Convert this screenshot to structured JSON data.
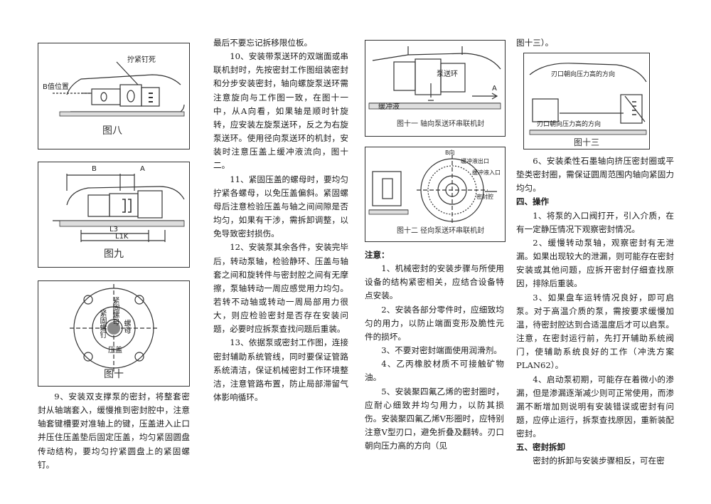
{
  "figures": {
    "fig8": {
      "caption": "图八",
      "label_b": "B值位置",
      "label_screw": "拧紧钉死"
    },
    "fig9": {
      "caption": "图九",
      "label_b": "B",
      "label_a": "A",
      "label_l3": "L3",
      "label_l1k": "L1K"
    },
    "fig10": {
      "caption": "图十",
      "label_top": "紧固螺母",
      "label_left": "紧固螺钉",
      "label_bottom": "压盖",
      "label_right": "螺母"
    },
    "fig11": {
      "caption": "图十一 轴向泵送环串联机封",
      "label_pump": "泵送环",
      "label_buffer": "缓冲液",
      "label_a": "A"
    },
    "fig12": {
      "caption": "图十二 径向泵送环串联机封",
      "label_top": "B向",
      "label_l1": "缓冲液出口",
      "label_l2": "缓冲液入口",
      "label_r": "密封腔"
    },
    "fig13": {
      "caption": "图十三",
      "label_top": "刃口朝向压力高的方向",
      "label_bottom": "刃口朝向压力高的方向"
    }
  },
  "col1": {
    "p9": "9、安装双支撑泵的密封，将整套密封从轴端套入，缓慢推到密封腔中，注意轴套键槽要对准轴上的键，压盖进入止口并压住压盖垫后固定压盖，均匀紧固圆盘传动结构，要均匀拧紧圆盘上的紧固螺钉。"
  },
  "col2": {
    "p0": "最后不要忘记拆移限位板。",
    "p10": "10、安装带泵送环的双端面或串联机封时，先按密封工作图组装密封和分步安装密封，轴向螺旋泵送环需注意旋向与工作图一致，在图十一中，从A向看，如果轴是顺时针旋转，应安装左旋泵送环，反之为右旋泵送环。使用径向泵送环的机封，安装时注意压盖上缓冲液流向，图十二。",
    "p11": "11、紧固压盖的螺母时，要均匀拧紧各螺母，以免压盖偏斜。紧固螺母后注意检验压盖与轴之间间隙是否均匀，如果有干涉，需拆卸调整，以免导致密封损伤。",
    "p12": "12、安装泵其余各件，安装完毕后，转动泵轴，检验静环、压盖与轴套之间和旋转件与密封腔之间有无摩擦，泵轴转动一周应感觉用力均匀。若转不动轴或转动一周局部用力很大，则应检验密封是否存在安装问题，必要时应拆泵查找问题后重装。",
    "p13": "13、依据泵或密封工作图，连接密封辅助系统管线，同时要保证管路系统清洁，保证机械密封工作环境整洁，注意管路布置，防止局部滞留气体影响循环。"
  },
  "col3": {
    "note": "注意：",
    "n1": "1、机械密封的安装步骤与所使用设备的结构紧密相关，应结合设备特点安装。",
    "n2": "2、安装各部分零件时，应细致均匀的用力，以防止端面变形及脆性元件的损坏。",
    "n3": "3、不要对密封端面使用润滑剂。",
    "n4": "4、乙丙橡胶材质不可接触矿物油。",
    "n5": "5、安装聚四氟乙烯的密封圈时，应耐心细致并均匀用力，以防其损伤。安装聚四氟乙烯V形圈时，应特别注意V型刃口，避免折叠及翻转。刃口朝向压力高的方向（见"
  },
  "col4": {
    "cont": "图十三）。",
    "n6": "6、安装柔性石墨轴向挤压密封圈或平垫类密封圈，需保证圆周范围内轴向紧固力均匀。",
    "sec4": "四、操作",
    "o1": "1、将泵的入口阀打开，引入介质，在有一定静压情况下观察密封情况。",
    "o2": "2、缓慢转动泵轴，观察密封有无泄漏。如果出现较大的泄漏，则可能存在密封安装或其他问题，应拆开密封仔细查找原因，排除后重装。",
    "o3": "3、如果盘车运转情况良好，即可启泵。对于高温介质的泵，需按要求缓慢加温，待密封腔达到合适温度后才可以启泵。注意，在密封运行前，先打开辅助系统阀门，使辅助系统良好的工作（冲洗方案 PLAN62）。",
    "o4": "4、启动泵初期，可能存在着微小的渗漏，但是渗漏逐渐减少则可正常使用，而渗漏不断增加则说明有安装错误或密封有问题，应停止运行，拆泵查找原因，重新装配密封。",
    "sec5": "五、密封拆卸",
    "d1": "密封的拆卸与安装步骤相反，可在密"
  }
}
